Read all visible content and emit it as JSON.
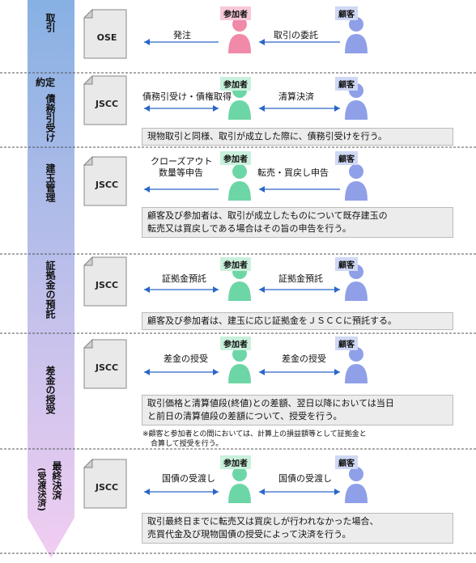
{
  "colors": {
    "flow_top": "#7aa8e0",
    "flow_bottom": "#f0c8f0",
    "participant_ose": "#f08aa8",
    "participant_jscc": "#6dd6a6",
    "customer": "#8fa0e8",
    "doc_fill": "#e9e9e9",
    "arrow": "#2a66c8",
    "divider": "#555555",
    "participant_tag_bg_ose": "#f7c8d8",
    "participant_tag_bg": "#c9f0dc",
    "customer_tag_bg": "#cfd8f4"
  },
  "labels": {
    "participant": "参加者",
    "customer": "顧客"
  },
  "sections": [
    {
      "side_label": "取引",
      "doc": "OSE",
      "left_arrow": "発注",
      "right_arrow": "取引の委託",
      "note": ""
    },
    {
      "side_label_top": "約定",
      "side_label": "債務引受け",
      "doc": "JSCC",
      "left_arrow": "債務引受け・債権取得",
      "right_arrow": "清算決済",
      "note": "現物取引と同様、取引が成立した際に、債務引受けを行う。"
    },
    {
      "side_label": "建玉管理",
      "doc": "JSCC",
      "left_arrow_line1": "クローズアウト",
      "left_arrow_line2": "数量等申告",
      "right_arrow": "転売・買戻し申告",
      "note_line1": "顧客及び参加者は、取引が成立したものについて既存建玉の",
      "note_line2": "転売又は買戻しである場合はその旨の申告を行う。"
    },
    {
      "side_label": "証拠金の預託",
      "doc": "JSCC",
      "left_arrow": "証拠金預託",
      "right_arrow": "証拠金預託",
      "note": "顧客及び参加者は、建玉に応じ証拠金をＪＳＣＣに預託する。"
    },
    {
      "side_label": "差金の授受",
      "doc": "JSCC",
      "left_arrow": "差金の授受",
      "right_arrow": "差金の授受",
      "note_line1": "取引価格と清算値段(終値)との差額、翌日以降においては当日",
      "note_line2": "と前日の清算値段の差額について、授受を行う。",
      "footnote_line1": "※顧客と参加者との間においては、計算上の損益額等として証拠金と",
      "footnote_line2": "合算して授受を行う。"
    },
    {
      "side_label": "最終決済",
      "side_label_sub": "(受渡決済)",
      "doc": "JSCC",
      "left_arrow": "国債の受渡し",
      "right_arrow": "国債の受渡し",
      "note_line1": "取引最終日までに転売又は買戻しが行われなかった場合、",
      "note_line2": "売買代金及び現物国債の授受によって決済を行う。"
    }
  ]
}
